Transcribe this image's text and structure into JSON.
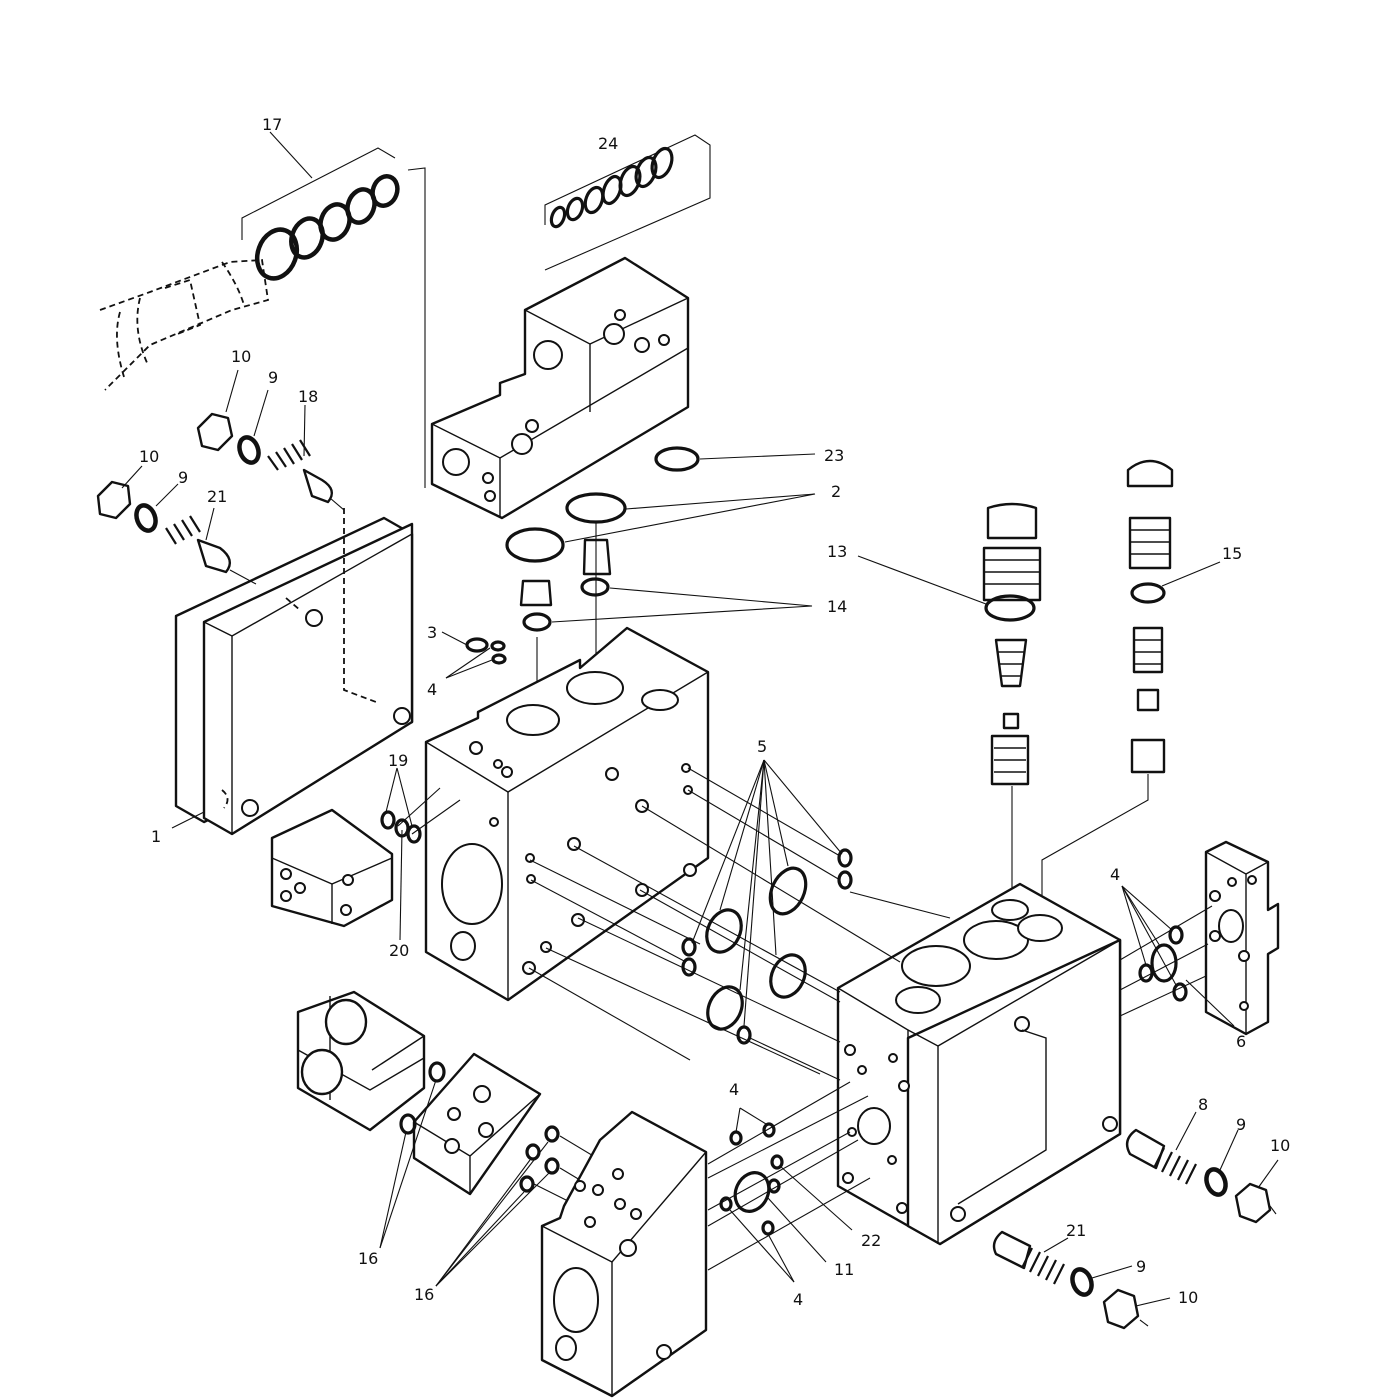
{
  "diagram": {
    "callouts": [
      {
        "id": "c17",
        "text": "17"
      },
      {
        "id": "c24",
        "text": "24"
      },
      {
        "id": "c10a",
        "text": "10"
      },
      {
        "id": "c9a",
        "text": "9"
      },
      {
        "id": "c18",
        "text": "18"
      },
      {
        "id": "c10b",
        "text": "10"
      },
      {
        "id": "c9b",
        "text": "9"
      },
      {
        "id": "c21a",
        "text": "21"
      },
      {
        "id": "c23",
        "text": "23"
      },
      {
        "id": "c2",
        "text": "2"
      },
      {
        "id": "c13",
        "text": "13"
      },
      {
        "id": "c15",
        "text": "15"
      },
      {
        "id": "c14",
        "text": "14"
      },
      {
        "id": "c3",
        "text": "3"
      },
      {
        "id": "c4a",
        "text": "4"
      },
      {
        "id": "c5",
        "text": "5"
      },
      {
        "id": "c19",
        "text": "19"
      },
      {
        "id": "c1",
        "text": "1"
      },
      {
        "id": "c20",
        "text": "20"
      },
      {
        "id": "c4b",
        "text": "4"
      },
      {
        "id": "c6",
        "text": "6"
      },
      {
        "id": "c4c",
        "text": "4"
      },
      {
        "id": "c8",
        "text": "8"
      },
      {
        "id": "c9c",
        "text": "9"
      },
      {
        "id": "c10c",
        "text": "10"
      },
      {
        "id": "c22",
        "text": "22"
      },
      {
        "id": "c11",
        "text": "11"
      },
      {
        "id": "c4d",
        "text": "4"
      },
      {
        "id": "c21b",
        "text": "21"
      },
      {
        "id": "c9d",
        "text": "9"
      },
      {
        "id": "c10d",
        "text": "10"
      },
      {
        "id": "c16a",
        "text": "16"
      },
      {
        "id": "c16b",
        "text": "16"
      }
    ]
  }
}
